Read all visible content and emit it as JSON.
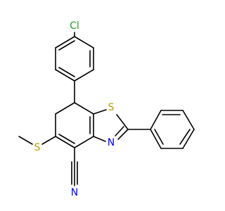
{
  "atoms": {
    "chlorine": "Cl",
    "sulfur_ring": "S",
    "nitrogen_ring": "N",
    "sulfur_methylthio": "S",
    "nitrogen_nitrile": "N"
  },
  "colors": {
    "bond": "#000000",
    "chlorine": "#1fa01f",
    "sulfur": "#b5a000",
    "nitrogen": "#0000ff"
  }
}
